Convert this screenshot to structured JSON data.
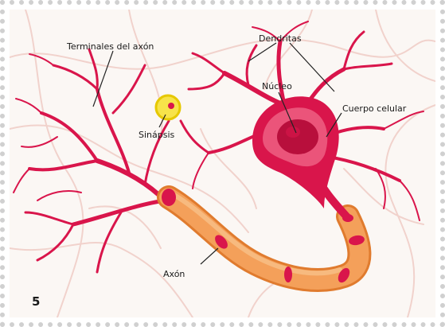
{
  "figure": {
    "number": "5",
    "labels": {
      "axon_terminals": "Terminales del axón",
      "dendrites": "Dendritas",
      "nucleus": "Núcleo",
      "cell_body": "Cuerpo celular",
      "synapse": "Sinápsis",
      "axon": "Axón"
    }
  },
  "colors": {
    "neuron": "#d9154b",
    "soma_light": "#f06a8a",
    "nucleus": "#b80f3c",
    "myelin": "#f4a05a",
    "myelin_dark": "#e07b2e",
    "node": "#d9154b",
    "synapse_ring": "#f2d100",
    "background_fibers": "#f1d2cc"
  }
}
